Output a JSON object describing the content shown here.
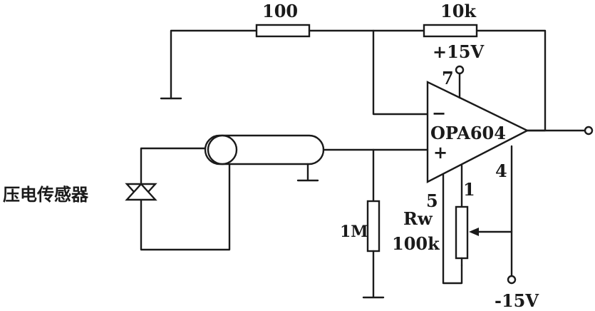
{
  "diagram": {
    "labels": {
      "r_input": "100",
      "r_feedback": "10k",
      "vplus": "+15V",
      "vminus": "-15V",
      "pin7": "7",
      "pin5": "5",
      "pin1": "1",
      "pin4": "4",
      "opamp_name": "OPA604",
      "minus_sign": "−",
      "plus_sign": "+",
      "r_bias": "1M",
      "rw_name": "Rw",
      "rw_value": "100k",
      "sensor": "压电传感器"
    }
  }
}
